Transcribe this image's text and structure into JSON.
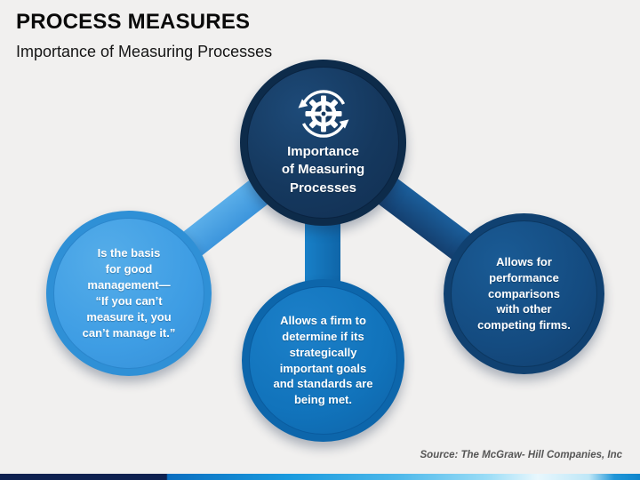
{
  "slide": {
    "title": "PROCESS MEASURES",
    "subtitle": "Importance of Measuring Processes",
    "source_credit": "Source: The McGraw- Hill Companies, Inc"
  },
  "diagram": {
    "center_node": {
      "label": "Importance\nof Measuring\nProcesses",
      "icon": "gear-sync-icon",
      "fill": "#15385e",
      "ring": "#0d2b4a"
    },
    "nodes": [
      {
        "position": "left",
        "text": "Is the basis\nfor good\nmanagement—\n“If you can’t\nmeasure it, you\ncan’t manage it.”",
        "fill": "#41a0e6",
        "ring": "#2f90d6",
        "connector_color": "#479fe2"
      },
      {
        "position": "bottom",
        "text": "Allows a firm to\ndetermine if its\nstrategically\nimportant goals\nand standards are\nbeing met.",
        "fill": "#1173bb",
        "ring": "#0d66ab",
        "connector_color": "#1478c0"
      },
      {
        "position": "right",
        "text": "Allows for\nperformance\ncomparisons\nwith other\ncompeting firms.",
        "fill": "#144b80",
        "ring": "#104171",
        "connector_color": "#17538c"
      }
    ]
  },
  "colors": {
    "background": "#f1f0ef",
    "text_on_circles": "#ffffff",
    "title_text": "#0a0a0a",
    "source_text": "#565656",
    "bar_navy": "#0e2150",
    "bar_blue": "#199ade",
    "bar_light": "#e8f7fd"
  }
}
